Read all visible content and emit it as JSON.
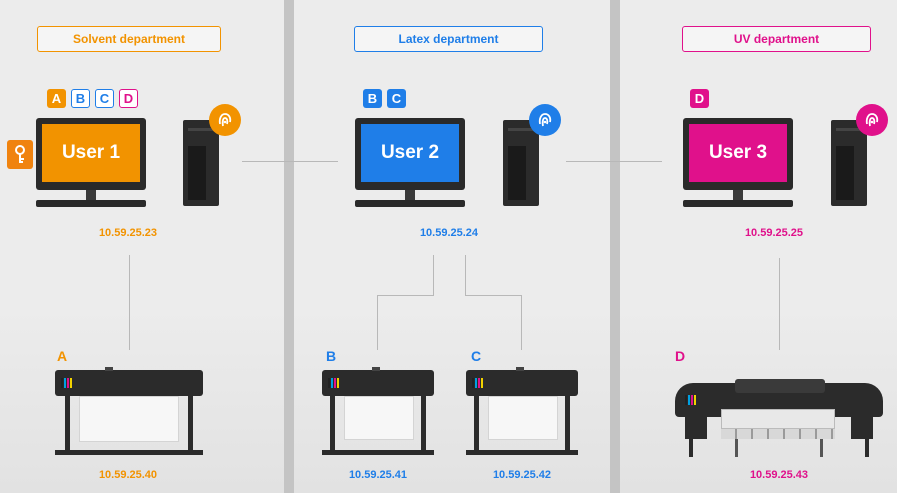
{
  "departments": [
    {
      "label": "Solvent department",
      "color": "#f29300"
    },
    {
      "label": "Latex department",
      "color": "#1f7ee8"
    },
    {
      "label": "UV department",
      "color": "#e0118b"
    }
  ],
  "users": [
    {
      "name": "User 1",
      "ip": "10.59.25.23",
      "color": "#f29300",
      "badges": [
        "A",
        "B",
        "C",
        "D"
      ]
    },
    {
      "name": "User 2",
      "ip": "10.59.25.24",
      "color": "#1f7ee8",
      "badges": [
        "B",
        "C"
      ]
    },
    {
      "name": "User 3",
      "ip": "10.59.25.25",
      "color": "#e0118b",
      "badges": [
        "D"
      ]
    }
  ],
  "printers": [
    {
      "label": "A",
      "ip": "10.59.25.40"
    },
    {
      "label": "B",
      "ip": "10.59.25.41"
    },
    {
      "label": "C",
      "ip": "10.59.25.42"
    },
    {
      "label": "D",
      "ip": "10.59.25.43"
    }
  ],
  "icons": {
    "license": "key-icon",
    "server": "fingerprint-icon"
  },
  "colors": {
    "badge_blue": "#1f7ee8",
    "badge_magenta": "#e0118b",
    "badge_orange": "#f29300",
    "divider": "#c4c4c4",
    "connector": "#b8b8b8"
  }
}
